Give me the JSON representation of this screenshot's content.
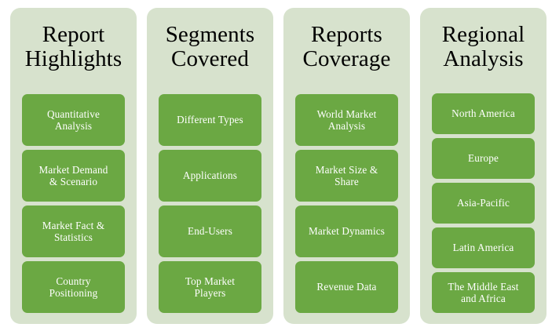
{
  "theme": {
    "page_background": "#ffffff",
    "panel_background": "#d7e2cd",
    "card_background": "#6ba843",
    "card_text_color": "#ffffff",
    "title_text_color": "#000000"
  },
  "columns": [
    {
      "title": "Report\nHighlights",
      "title_plain": "Report Highlights",
      "cards": [
        "Quantitative\nAnalysis",
        "Market Demand\n& Scenario",
        "Market Fact &\nStatistics",
        "Country\nPositioning"
      ]
    },
    {
      "title": "Segments\nCovered",
      "title_plain": "Segments Covered",
      "cards": [
        "Different Types",
        "Applications",
        "End-Users",
        "Top Market\nPlayers"
      ]
    },
    {
      "title": "Reports\nCoverage",
      "title_plain": "Reports Coverage",
      "cards": [
        "World Market\nAnalysis",
        "Market Size &\nShare",
        "Market Dynamics",
        "Revenue Data"
      ]
    },
    {
      "title": "Regional\nAnalysis",
      "title_plain": "Regional Analysis",
      "cards": [
        "North America",
        "Europe",
        "Asia-Pacific",
        "Latin America",
        "The Middle East\nand Africa"
      ]
    }
  ]
}
